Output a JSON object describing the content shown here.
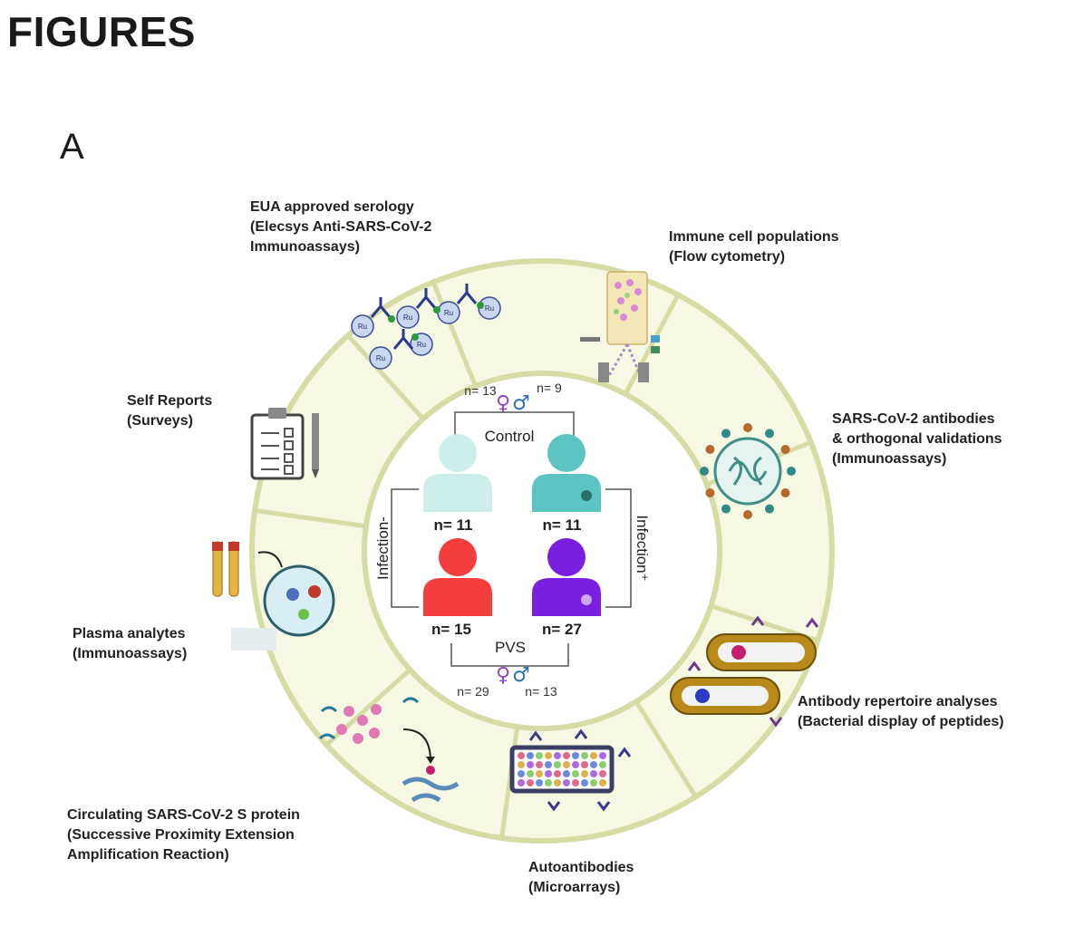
{
  "heading": "FIGURES",
  "panel_letter": "A",
  "segments": [
    {
      "id": "serology",
      "lines": [
        "EUA approved serology",
        " (Elecsys Anti-SARS-CoV-2",
        "Immunoassays)"
      ]
    },
    {
      "id": "flow",
      "lines": [
        "Immune cell populations",
        "(Flow cytometry)"
      ]
    },
    {
      "id": "antibodies",
      "lines": [
        "SARS-CoV-2 antibodies",
        "& orthogonal validations",
        "(Immunoassays)"
      ]
    },
    {
      "id": "repertoire",
      "lines": [
        "Antibody repertoire analyses",
        "(Bacterial display of peptides)"
      ]
    },
    {
      "id": "autoantibodies",
      "lines": [
        "Autoantibodies",
        "(Microarrays)"
      ]
    },
    {
      "id": "spike",
      "lines": [
        "Circulating SARS-CoV-2 S protein",
        "(Successive Proximity Extension",
        "Amplification Reaction)"
      ]
    },
    {
      "id": "plasma",
      "lines": [
        "Plasma analytes",
        "(Immunoassays)"
      ]
    },
    {
      "id": "self",
      "lines": [
        "Self Reports",
        "(Surveys)"
      ]
    }
  ],
  "icon_text": {
    "ru": "Ru"
  },
  "center": {
    "control_label": "Control",
    "pvs_label": "PVS",
    "infection_neg_label": "Infection-",
    "infection_pos_label": "Infection⁺",
    "control_female_n": "n= 13",
    "control_male_n": "n= 9",
    "pvs_female_n": "n= 29",
    "pvs_male_n": "n= 13",
    "female_symbol": "♀",
    "male_symbol": "♂",
    "groups": [
      {
        "id": "control-uninfected",
        "n": "n= 11",
        "color": "#cdeeea"
      },
      {
        "id": "control-infected",
        "n": "n= 11",
        "color": "#5cc5c3"
      },
      {
        "id": "pvs-uninfected",
        "n": "n= 15",
        "color": "#f43e3e"
      },
      {
        "id": "pvs-infected",
        "n": "n= 27",
        "color": "#7a1fe0"
      }
    ]
  },
  "colors": {
    "ring_fill": "#f6f8e4",
    "ring_stroke": "#d7dca4",
    "female": "#8c46c8",
    "male": "#2e6fb0"
  }
}
